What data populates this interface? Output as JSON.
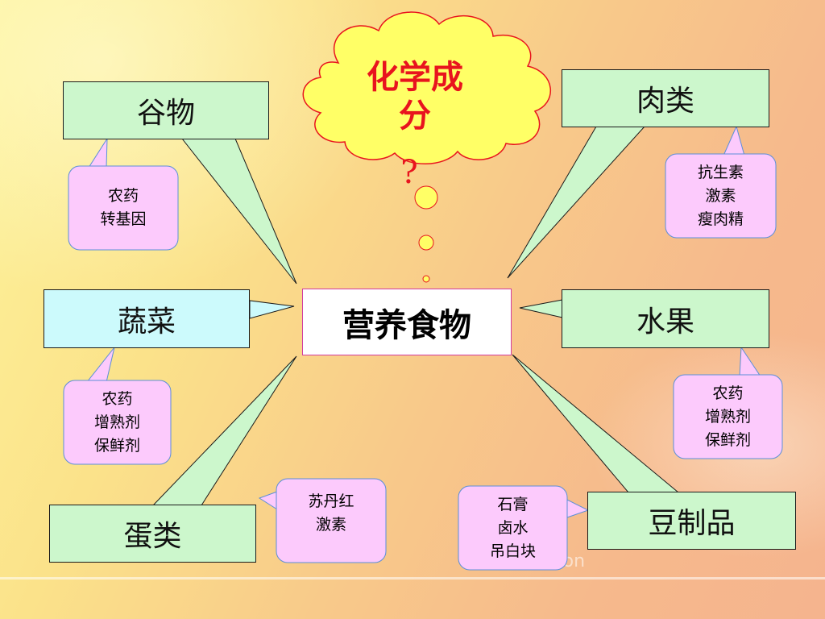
{
  "center": "营养食物",
  "thought": {
    "title": "化学成分",
    "mark": "?"
  },
  "categories": {
    "grain": "谷物",
    "meat": "肉类",
    "vegetable": "蔬菜",
    "fruit": "水果",
    "egg": "蛋类",
    "soy": "豆制品"
  },
  "notes": {
    "grain": [
      "农药",
      "转基因"
    ],
    "meat": [
      "抗生素",
      "激素",
      "瘦肉精"
    ],
    "vegetable": [
      "农药",
      "增熟剂",
      "保鲜剂"
    ],
    "fruit": [
      "农药",
      "增熟剂",
      "保鲜剂"
    ],
    "egg": [
      "苏丹红",
      "激素"
    ],
    "soy": [
      "石膏",
      "卤水",
      "吊白块"
    ]
  },
  "watermark": "ton",
  "colors": {
    "category_fill": "#ccf7cc",
    "vegetable_fill": "#ccfafc",
    "note_fill": "#fccafc",
    "note_border": "#5b8fd8",
    "cloud_fill": "#ffff66",
    "cloud_border": "#e8141e",
    "accent_text": "#e8141e",
    "center_border": "#d23ca0"
  }
}
